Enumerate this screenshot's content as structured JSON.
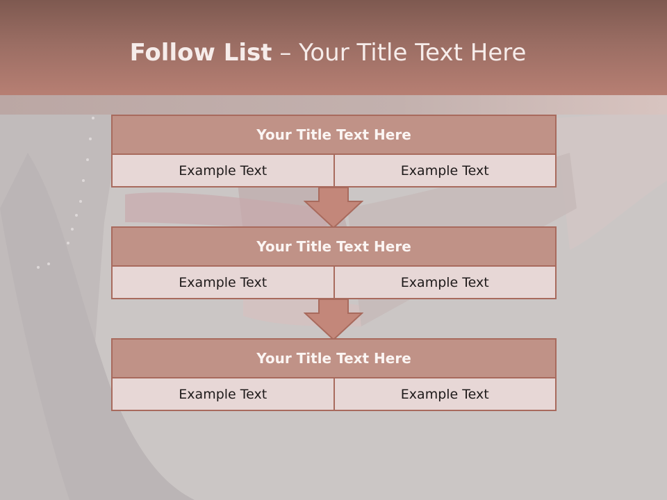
{
  "header": {
    "title_bold": "Follow List",
    "title_rest": " – Your Title Text Here"
  },
  "blocks": [
    {
      "title": "Your Title Text Here",
      "left": "Example Text",
      "right": "Example Text"
    },
    {
      "title": "Your Title Text Here",
      "left": "Example Text",
      "right": "Example Text"
    },
    {
      "title": "Your Title Text Here",
      "left": "Example Text",
      "right": "Example Text"
    }
  ],
  "colors": {
    "header": "#9a6d63",
    "block_title": "#c09287",
    "block_cell": "#e7d7d6",
    "border": "#a86a5d",
    "arrow": "#c3877a"
  }
}
